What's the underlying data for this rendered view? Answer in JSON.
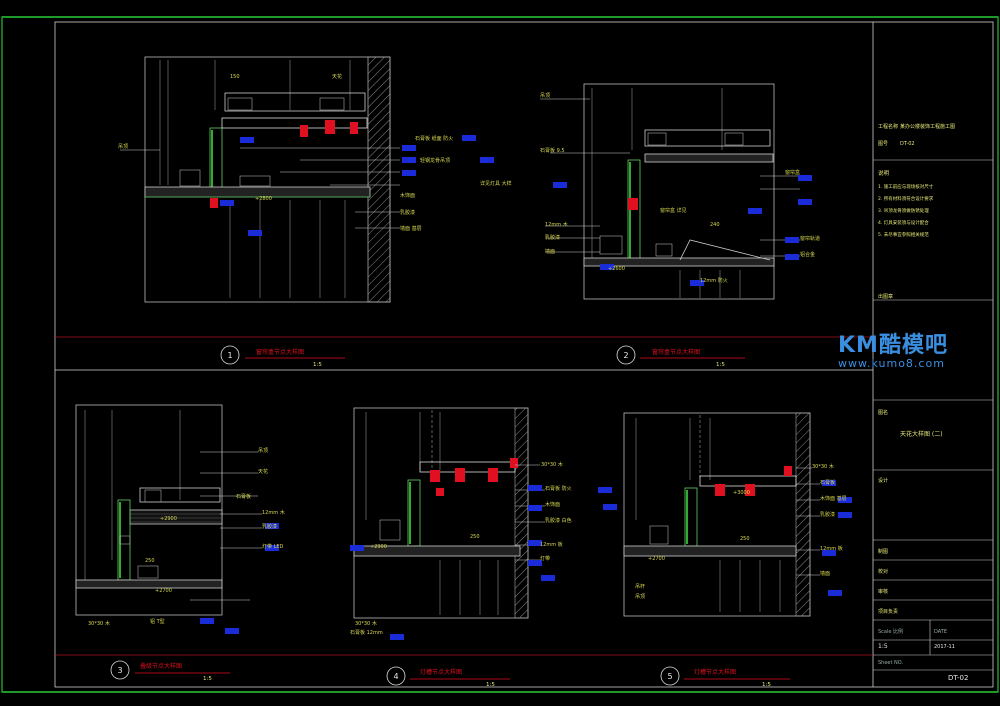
{
  "title_block": {
    "project_heading": "工程名称",
    "project_value": "某办公楼装饰工程施工图",
    "drawing_no_label": "图号",
    "drawing_no_value": "DT-02",
    "notes_heading": "说明",
    "notes_lines": [
      "1. 施工前应与现场核对尺寸",
      "2. 所有材料须符合设计要求",
      "3. 吊顶龙骨须做防锈处理",
      "4. 灯具安装须与设计配合",
      "5. 未尽事宜参照相关规范"
    ],
    "stamp_label": "出图章",
    "sheet_title_label": "图名",
    "sheet_title_value": "天花大样图 (二)",
    "rows": [
      {
        "label": "设计",
        "value": ""
      },
      {
        "label": "制图",
        "value": ""
      },
      {
        "label": "校对",
        "value": ""
      },
      {
        "label": "审核",
        "value": ""
      },
      {
        "label": "项目负责",
        "value": ""
      }
    ],
    "scale_label": "Scale 比例",
    "scale_value": "1:5",
    "date_label": "DATE",
    "date_value": "2017-11",
    "sheet_label": "Sheet NO.",
    "sheet_value": "DT-02"
  },
  "details": [
    {
      "num": "1",
      "title": "窗帘盒节点大样图",
      "scale": "1:5"
    },
    {
      "num": "2",
      "title": "窗帘盒节点大样图",
      "scale": "1:5"
    },
    {
      "num": "3",
      "title": "叠级节点大样图",
      "scale": "1:5"
    },
    {
      "num": "4",
      "title": "灯槽节点大样图",
      "scale": "1:5"
    },
    {
      "num": "5",
      "title": "灯槽节点大样图",
      "scale": "1:5"
    }
  ],
  "watermark": {
    "logo": "KM酷模吧",
    "url": "www.kumo8.com"
  },
  "colors": {
    "frame": "#1f9a2a",
    "line": "#d8d8d8",
    "accent": "#e01020",
    "tag": "#1a2bd8",
    "text": "#e8e878"
  }
}
